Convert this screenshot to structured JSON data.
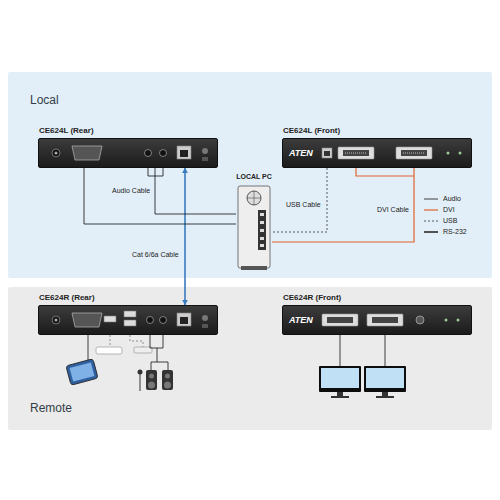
{
  "diagram": {
    "nodes": [
      {
        "text": [
          "Local"
        ]
      },
      {
        "text": [
          "CE624L (Rear)"
        ],
        "in": 0
      },
      {
        "text": [
          "CE624L (Front)",
          "ATEN"
        ],
        "in": 0
      },
      {
        "text": [
          "LOCAL PC"
        ],
        "in": 0
      },
      {
        "text": [
          "Remote"
        ]
      },
      {
        "text": [
          "CE624R (Rear)"
        ],
        "in": 4
      },
      {
        "text": [
          "CE624R (Front)",
          "ATEN"
        ],
        "in": 4
      }
    ],
    "edges": [
      {
        "from": 1,
        "to": 5,
        "arrow": "both",
        "label": "Cat 6/6a Cable"
      },
      {
        "from": 1,
        "to": 3,
        "arrow": "none",
        "label": "Audio Cable"
      },
      {
        "from": 1,
        "to": 3,
        "arrow": "none"
      },
      {
        "from": 2,
        "to": 3,
        "arrow": "none",
        "label": "USB Cable"
      },
      {
        "from": 2,
        "to": 3,
        "arrow": "none",
        "label": "DVI Cable"
      }
    ],
    "legend": [
      {
        "text": "Audio"
      },
      {
        "text": "DVI"
      },
      {
        "text": "USB"
      },
      {
        "text": "RS-232"
      }
    ]
  }
}
